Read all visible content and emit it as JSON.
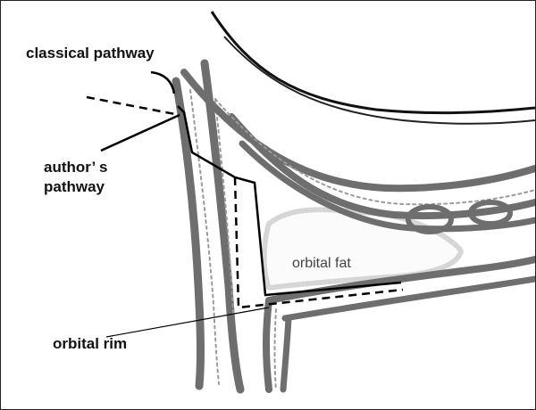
{
  "labels": {
    "classical_pathway": "classical pathway",
    "authors_pathway_line1": "author’ s",
    "authors_pathway_line2": "pathway",
    "orbital_fat": "orbital fat",
    "orbital_rim": "orbital rim"
  },
  "colors": {
    "tissue": "#6e6e6e",
    "pathway_lines": "#000000",
    "background": "#ffffff"
  }
}
